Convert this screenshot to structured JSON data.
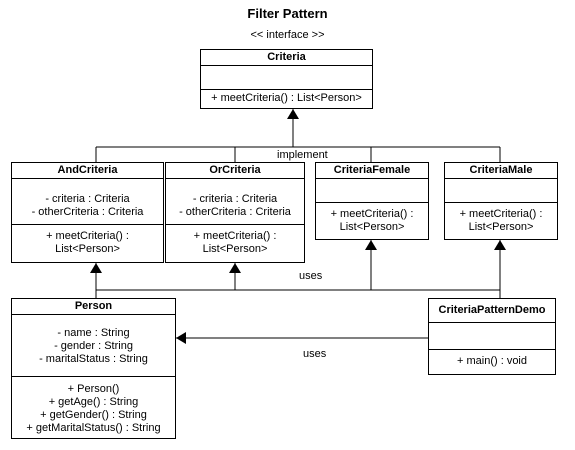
{
  "diagram": {
    "title": "Filter Pattern",
    "stereotype": "<< interface >>",
    "labels": {
      "implement": "implement",
      "uses_top": "uses",
      "uses_mid": "uses"
    },
    "classes": {
      "criteria": {
        "name": "Criteria",
        "attributes": [],
        "methods": [
          "+ meetCriteria() : List<Person>"
        ]
      },
      "and_criteria": {
        "name": "AndCriteria",
        "attributes": [
          "- criteria : Criteria",
          "- otherCriteria : Criteria"
        ],
        "methods": [
          "+ meetCriteria() :",
          "List<Person>"
        ]
      },
      "or_criteria": {
        "name": "OrCriteria",
        "attributes": [
          "- criteria : Criteria",
          "- otherCriteria : Criteria"
        ],
        "methods": [
          "+ meetCriteria() :",
          "List<Person>"
        ]
      },
      "criteria_female": {
        "name": "CriteriaFemale",
        "attributes": [],
        "methods": [
          "+ meetCriteria() :",
          "List<Person>"
        ]
      },
      "criteria_male": {
        "name": "CriteriaMale",
        "attributes": [],
        "methods": [
          "+ meetCriteria() :",
          "List<Person>"
        ]
      },
      "person": {
        "name": "Person",
        "attributes": [
          "- name : String",
          "- gender : String",
          "- maritalStatus : String"
        ],
        "methods": [
          "+ Person()",
          "+ getAge() : String",
          "+ getGender() : String",
          "+ getMaritalStatus() : String"
        ]
      },
      "demo": {
        "name": "CriteriaPatternDemo",
        "attributes": [],
        "methods": [
          "+ main() : void"
        ]
      }
    }
  }
}
